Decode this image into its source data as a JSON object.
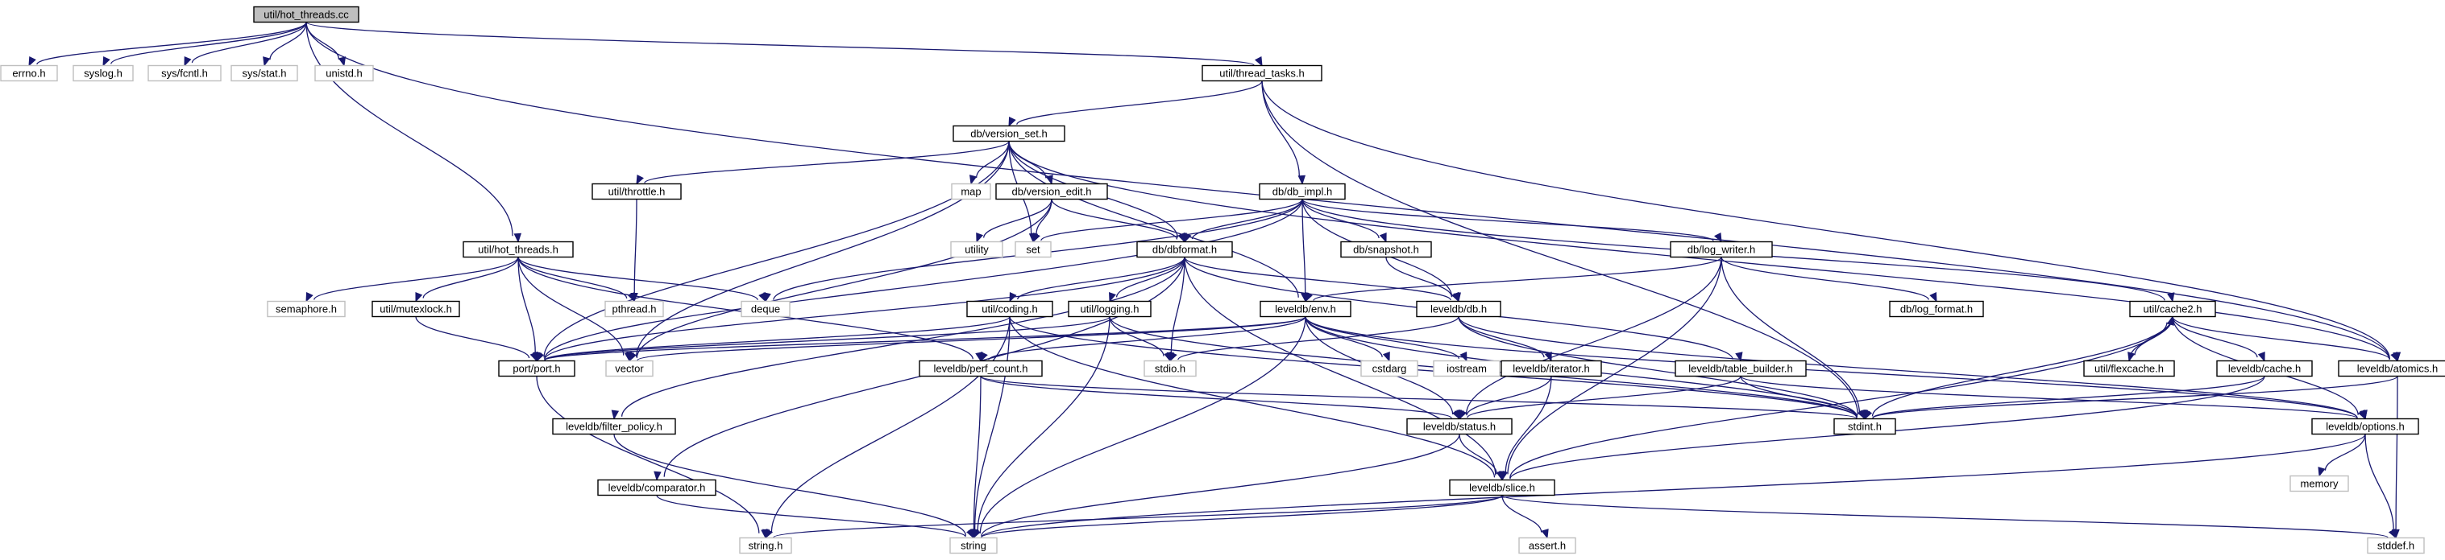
{
  "colors": {
    "root_fill": "#bfbfbf",
    "node_fill": "#ffffff",
    "node_border": "#000000",
    "external_border": "#bfbfbf",
    "external_text": "#7f7f7f",
    "edge": "#191970"
  },
  "graph": {
    "nodes": [
      {
        "id": "hot_threads_cc",
        "label": "util/hot_threads.cc",
        "kind": "root"
      },
      {
        "id": "errno",
        "label": "errno.h",
        "kind": "external"
      },
      {
        "id": "syslog",
        "label": "syslog.h",
        "kind": "external"
      },
      {
        "id": "fcntl",
        "label": "sys/fcntl.h",
        "kind": "external"
      },
      {
        "id": "sysstat",
        "label": "sys/stat.h",
        "kind": "external"
      },
      {
        "id": "unistd",
        "label": "unistd.h",
        "kind": "external"
      },
      {
        "id": "thread_tasks",
        "label": "util/thread_tasks.h",
        "kind": "internal"
      },
      {
        "id": "version_set",
        "label": "db/version_set.h",
        "kind": "internal"
      },
      {
        "id": "map",
        "label": "map",
        "kind": "external"
      },
      {
        "id": "throttle",
        "label": "util/throttle.h",
        "kind": "internal"
      },
      {
        "id": "version_edit",
        "label": "db/version_edit.h",
        "kind": "internal"
      },
      {
        "id": "db_impl",
        "label": "db/db_impl.h",
        "kind": "internal"
      },
      {
        "id": "utility",
        "label": "utility",
        "kind": "external"
      },
      {
        "id": "set",
        "label": "set",
        "kind": "external"
      },
      {
        "id": "snapshot",
        "label": "db/snapshot.h",
        "kind": "internal"
      },
      {
        "id": "log_writer",
        "label": "db/log_writer.h",
        "kind": "internal"
      },
      {
        "id": "dbformat",
        "label": "db/dbformat.h",
        "kind": "internal"
      },
      {
        "id": "hot_threads_h",
        "label": "util/hot_threads.h",
        "kind": "internal"
      },
      {
        "id": "cache2",
        "label": "util/cache2.h",
        "kind": "internal"
      },
      {
        "id": "semaphore",
        "label": "semaphore.h",
        "kind": "external"
      },
      {
        "id": "mutexlock",
        "label": "util/mutexlock.h",
        "kind": "internal"
      },
      {
        "id": "pthread",
        "label": "pthread.h",
        "kind": "external"
      },
      {
        "id": "deque",
        "label": "deque",
        "kind": "external"
      },
      {
        "id": "coding",
        "label": "util/coding.h",
        "kind": "internal"
      },
      {
        "id": "logging",
        "label": "util/logging.h",
        "kind": "internal"
      },
      {
        "id": "env",
        "label": "leveldb/env.h",
        "kind": "internal"
      },
      {
        "id": "db",
        "label": "leveldb/db.h",
        "kind": "internal"
      },
      {
        "id": "log_format",
        "label": "db/log_format.h",
        "kind": "internal"
      },
      {
        "id": "port",
        "label": "port/port.h",
        "kind": "internal"
      },
      {
        "id": "vector",
        "label": "vector",
        "kind": "external"
      },
      {
        "id": "stdio",
        "label": "stdio.h",
        "kind": "external"
      },
      {
        "id": "cstdarg",
        "label": "cstdarg",
        "kind": "external"
      },
      {
        "id": "iostream",
        "label": "iostream",
        "kind": "external"
      },
      {
        "id": "table_builder",
        "label": "leveldb/table_builder.h",
        "kind": "internal"
      },
      {
        "id": "flexcache",
        "label": "util/flexcache.h",
        "kind": "internal"
      },
      {
        "id": "cache",
        "label": "leveldb/cache.h",
        "kind": "internal"
      },
      {
        "id": "atomics",
        "label": "leveldb/atomics.h",
        "kind": "internal"
      },
      {
        "id": "perf_count",
        "label": "leveldb/perf_count.h",
        "kind": "internal"
      },
      {
        "id": "iterator",
        "label": "leveldb/iterator.h",
        "kind": "internal"
      },
      {
        "id": "stdint",
        "label": "stdint.h",
        "kind": "internal"
      },
      {
        "id": "filter_policy",
        "label": "leveldb/filter_policy.h",
        "kind": "internal"
      },
      {
        "id": "status",
        "label": "leveldb/status.h",
        "kind": "internal"
      },
      {
        "id": "options",
        "label": "leveldb/options.h",
        "kind": "internal"
      },
      {
        "id": "memory",
        "label": "memory",
        "kind": "external"
      },
      {
        "id": "comparator",
        "label": "leveldb/comparator.h",
        "kind": "internal"
      },
      {
        "id": "slice",
        "label": "leveldb/slice.h",
        "kind": "internal"
      },
      {
        "id": "stringh",
        "label": "string.h",
        "kind": "external"
      },
      {
        "id": "string",
        "label": "string",
        "kind": "external"
      },
      {
        "id": "assert",
        "label": "assert.h",
        "kind": "external"
      },
      {
        "id": "stddef",
        "label": "stddef.h",
        "kind": "external"
      }
    ]
  }
}
